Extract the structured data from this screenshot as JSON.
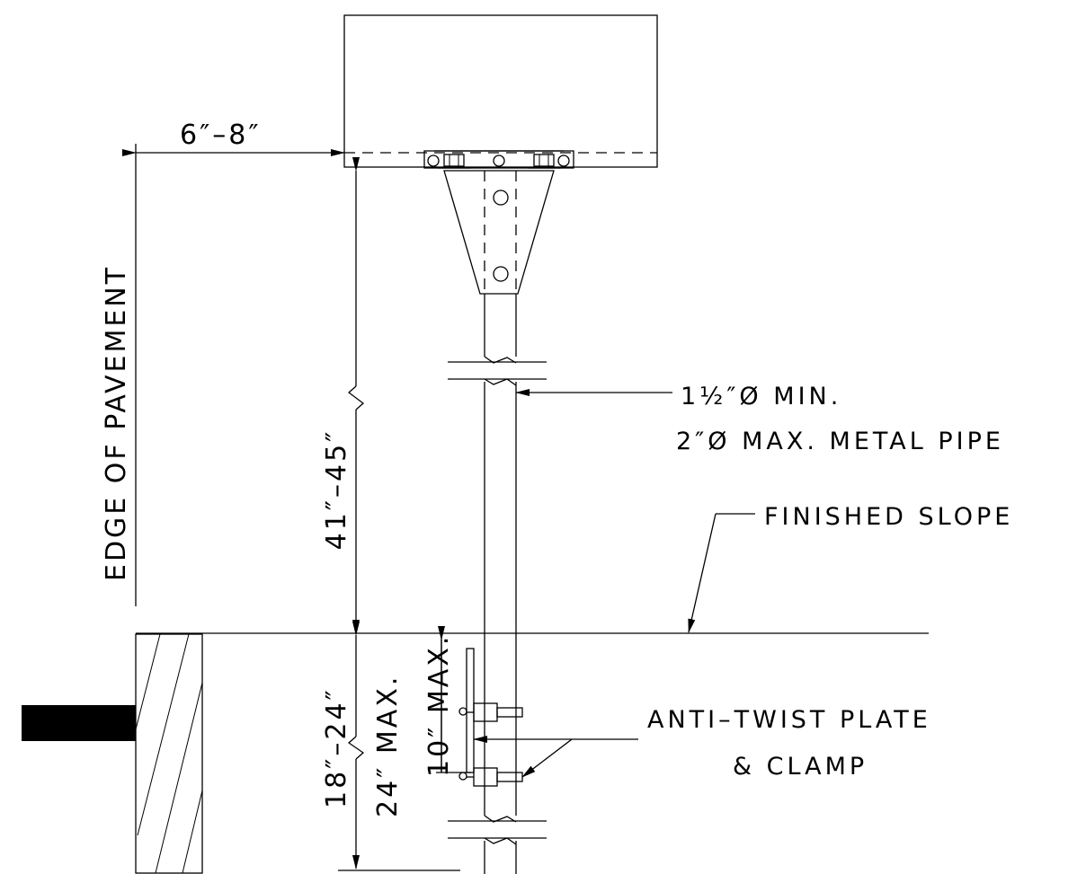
{
  "labels": {
    "horizontal_offset": "6″–8″",
    "edge_of_pavement": "EDGE OF PAVEMENT",
    "mount_height": "41″–45″",
    "pipe_note_line1": "1½″Ø MIN.",
    "pipe_note_line2": "2″Ø MAX. METAL PIPE",
    "finished_slope": "FINISHED SLOPE",
    "embed_depth": "18″–24″",
    "embed_max": "24″ MAX.",
    "plate_max": "10″ MAX.",
    "anti_twist_line1": "ANTI–TWIST PLATE",
    "anti_twist_line2": "& CLAMP"
  },
  "colors": {
    "line": "#000000",
    "background": "#ffffff"
  }
}
